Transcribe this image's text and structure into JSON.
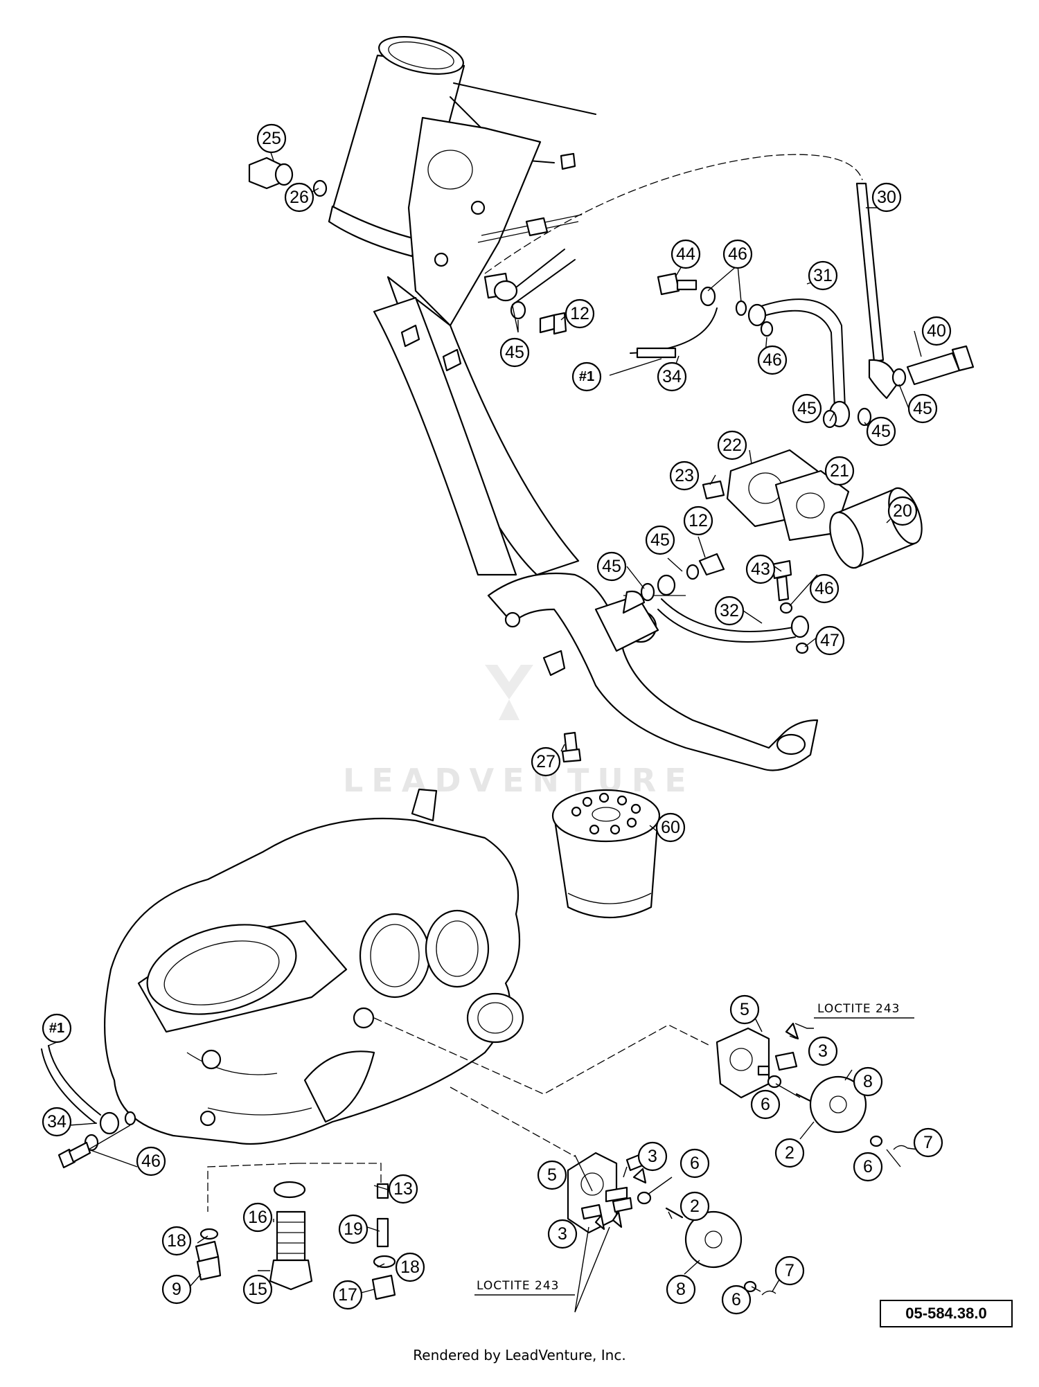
{
  "diagram": {
    "callouts": [
      "25",
      "26",
      "12",
      "44",
      "46",
      "31",
      "30",
      "45",
      "#1",
      "34",
      "40",
      "22",
      "23",
      "21",
      "20",
      "43",
      "32",
      "47",
      "27",
      "60",
      "5",
      "3",
      "8",
      "6",
      "2",
      "7",
      "13",
      "16",
      "19",
      "18",
      "9",
      "15",
      "17"
    ],
    "notes": [
      "LOCTITE 243"
    ],
    "watermark": "LEADVENTURE",
    "reference_number": "05-584.38.0"
  },
  "footer": {
    "credit": "Rendered by LeadVenture, Inc."
  }
}
